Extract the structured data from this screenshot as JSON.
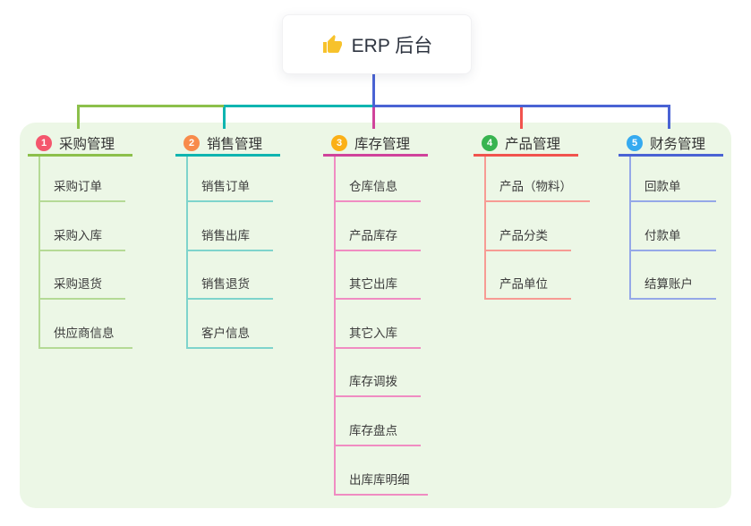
{
  "root": {
    "title": "ERP 后台",
    "icon": "thumbs-up-icon",
    "icon_color": "#f7c22c",
    "line_color": "#4a63d4"
  },
  "panel": {
    "background": "#ecf7e6"
  },
  "branches": [
    {
      "badge": "1",
      "label": "采购管理",
      "badge_color": "#f4566d",
      "line_color": "#8cc04b",
      "child_line_color": "#b5da96",
      "children": [
        "采购订单",
        "采购入库",
        "采购退货",
        "供应商信息"
      ]
    },
    {
      "badge": "2",
      "label": "销售管理",
      "badge_color": "#f88b4b",
      "line_color": "#0fb5b0",
      "child_line_color": "#7ed4cc",
      "children": [
        "销售订单",
        "销售出库",
        "销售退货",
        "客户信息"
      ]
    },
    {
      "badge": "3",
      "label": "库存管理",
      "badge_color": "#fbb017",
      "line_color": "#d0439b",
      "child_line_color": "#f08cc2",
      "children": [
        "仓库信息",
        "产品库存",
        "其它出库",
        "其它入库",
        "库存调拨",
        "库存盘点",
        "出库库明细"
      ]
    },
    {
      "badge": "4",
      "label": "产品管理",
      "badge_color": "#38b450",
      "line_color": "#f1534e",
      "child_line_color": "#f79b94",
      "children": [
        "产品（物料）",
        "产品分类",
        "产品单位"
      ]
    },
    {
      "badge": "5",
      "label": "财务管理",
      "badge_color": "#35aaf0",
      "line_color": "#4a63d4",
      "child_line_color": "#95a8e8",
      "children": [
        "回款单",
        "付款单",
        "结算账户"
      ]
    }
  ]
}
